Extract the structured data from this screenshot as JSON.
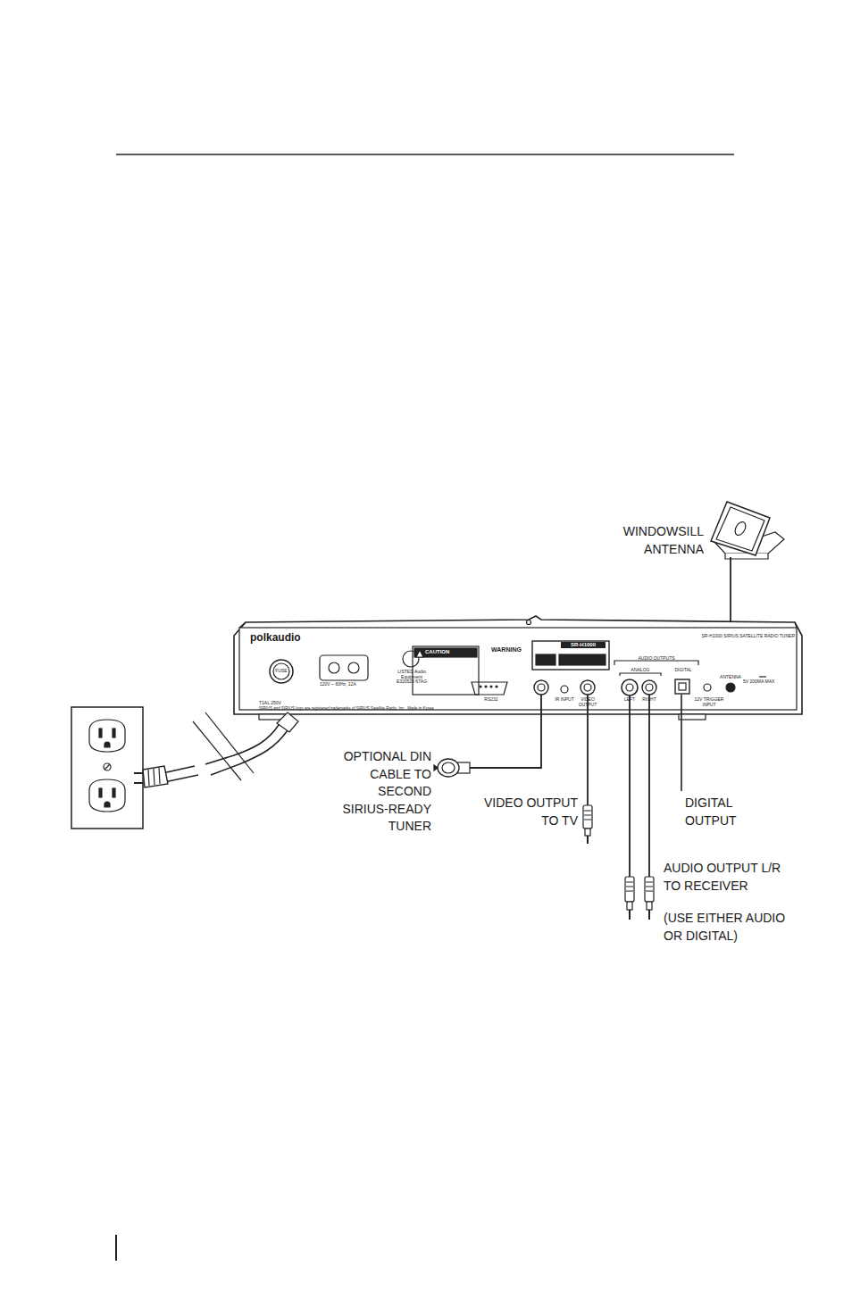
{
  "diagram": {
    "labels": [
      "WINDOWSILL ANTENNA",
      "OPTIONAL DIN CABLE TO SECOND SIRIUS-READY TUNER",
      "VIDEO OUTPUT TO TV",
      "DIGITAL OUTPUT",
      "AUDIO OUTPUT L/R TO RECEIVER",
      "(USE EITHER AUDIO OR DIGITAL)",
      "polkaudio",
      "FUSE",
      "T1AL 250V",
      "120V ~ 60Hz, 12A",
      "LISTED Audio Equipment E320520 67AG",
      "CAUTION",
      "WARNING",
      "RS232",
      "IR INPUT",
      "VIDEO OUTPUT",
      "AUDIO OUTPUTS",
      "ANALOG",
      "DIGITAL",
      "LEFT",
      "RIGHT",
      "12V TRIGGER INPUT",
      "ANTENNA",
      "5V 200MA MAX",
      "SR-H1000 SIRIUS SATELLITE RADIO TUNER",
      "SR-H1000",
      "SIRIUS and SIRIUS logo are registered trademarks of SIRIUS Satellite Radio, Inc., Made in Korea"
    ]
  }
}
